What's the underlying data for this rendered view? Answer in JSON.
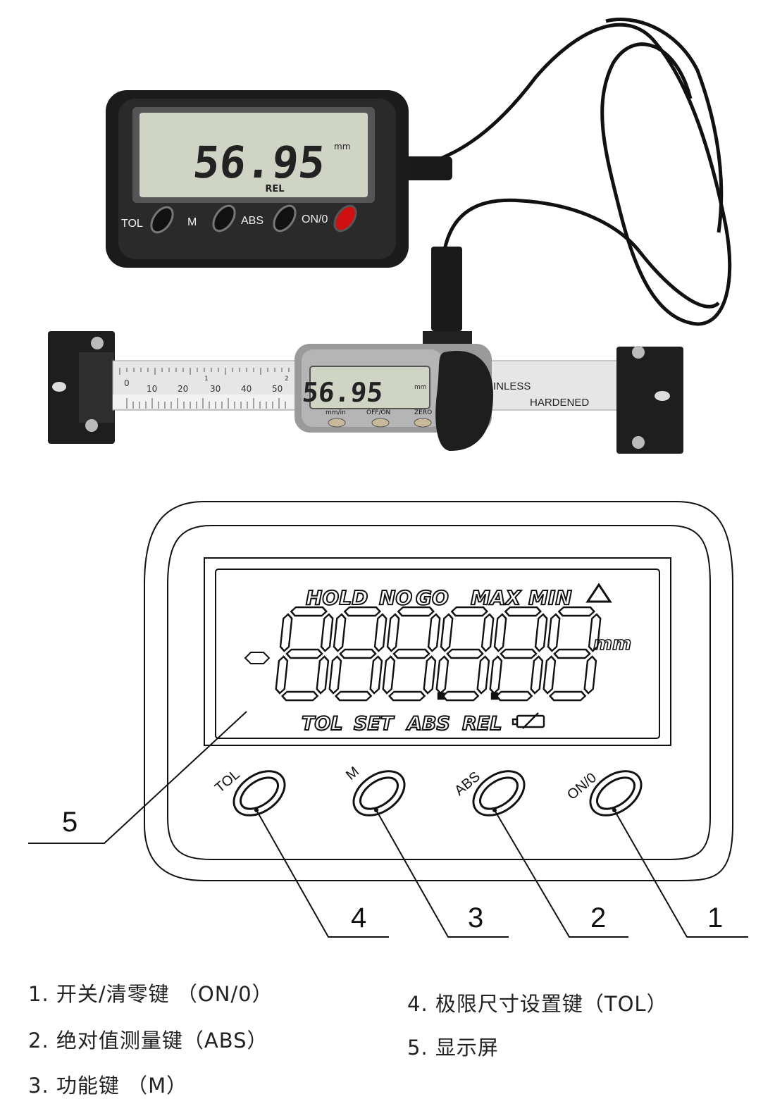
{
  "photo": {
    "display_reading": "56.95",
    "display_unit": "mm",
    "display_mode": "REL",
    "buttons": [
      "TOL",
      "M",
      "ABS",
      "ON/0"
    ],
    "scale_reading": "56.95",
    "scale_unit": "mm",
    "scale_buttons": [
      "mm/in",
      "OFF/ON",
      "ZERO"
    ],
    "ruler_numbers": [
      "0",
      "10",
      "20",
      "30",
      "40",
      "50"
    ],
    "ruler_top_numbers": [
      "1",
      "2"
    ],
    "bar_text_1": "AINLESS",
    "bar_text_2": "HARDENED"
  },
  "diagram": {
    "top_icons": [
      "HOLD",
      "NO",
      "GO",
      "MAX",
      "MIN"
    ],
    "bottom_icons": [
      "TOL",
      "SET",
      "ABS",
      "REL"
    ],
    "unit": "mm",
    "minus": "-",
    "buttons": [
      "TOL",
      "M",
      "ABS",
      "ON/0"
    ],
    "callouts": [
      "1",
      "2",
      "3",
      "4",
      "5"
    ]
  },
  "legend": [
    "1. 开关/清零键 （ON/0）",
    "2. 绝对值测量键（ABS）",
    "3. 功能键 （M）",
    "4. 极限尺寸设置键（TOL）",
    "5. 显示屏"
  ]
}
